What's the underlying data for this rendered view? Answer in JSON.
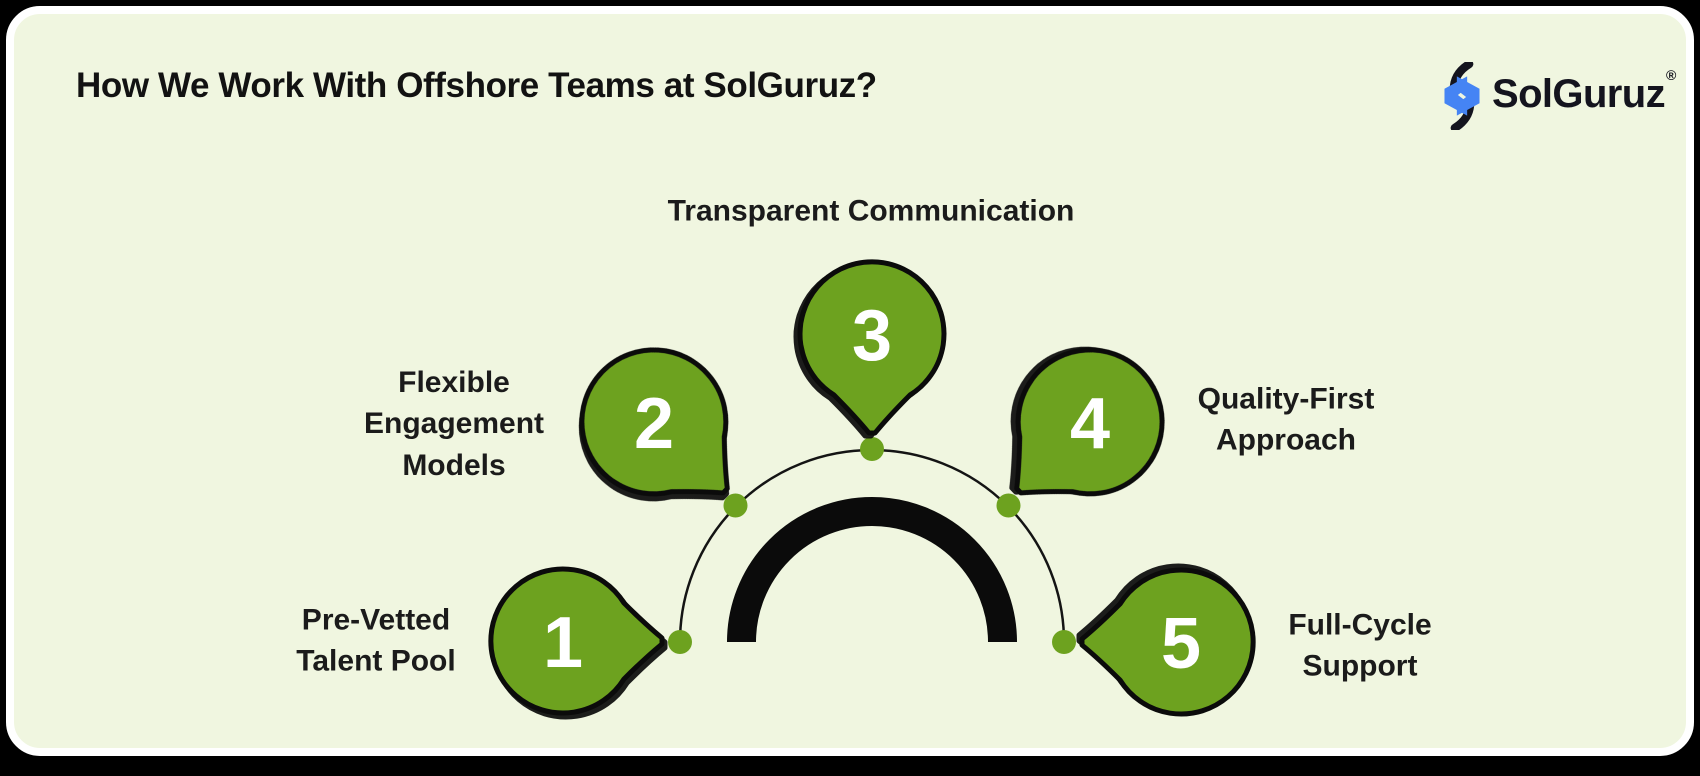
{
  "page": {
    "outer_background": "#000000",
    "card_background": "#f0f6e0",
    "card_border_color": "#ffffff"
  },
  "header": {
    "title": "How We Work With Offshore Teams at SolGuruz?",
    "logo": {
      "text": "SolGuruz",
      "registered_mark": "®",
      "mark_black": "#14141e",
      "mark_blue": "#4584f4"
    }
  },
  "diagram": {
    "type": "semicircle-process",
    "accent_green": "#6da21f",
    "outline_black": "#0b0b0b",
    "number_color": "#ffffff",
    "steps": [
      {
        "number": "1",
        "label": "Pre-Vetted\nTalent Pool"
      },
      {
        "number": "2",
        "label": "Flexible\nEngagement\nModels"
      },
      {
        "number": "3",
        "label": "Transparent Communication"
      },
      {
        "number": "4",
        "label": "Quality-First\nApproach"
      },
      {
        "number": "5",
        "label": "Full-Cycle\nSupport"
      }
    ]
  }
}
